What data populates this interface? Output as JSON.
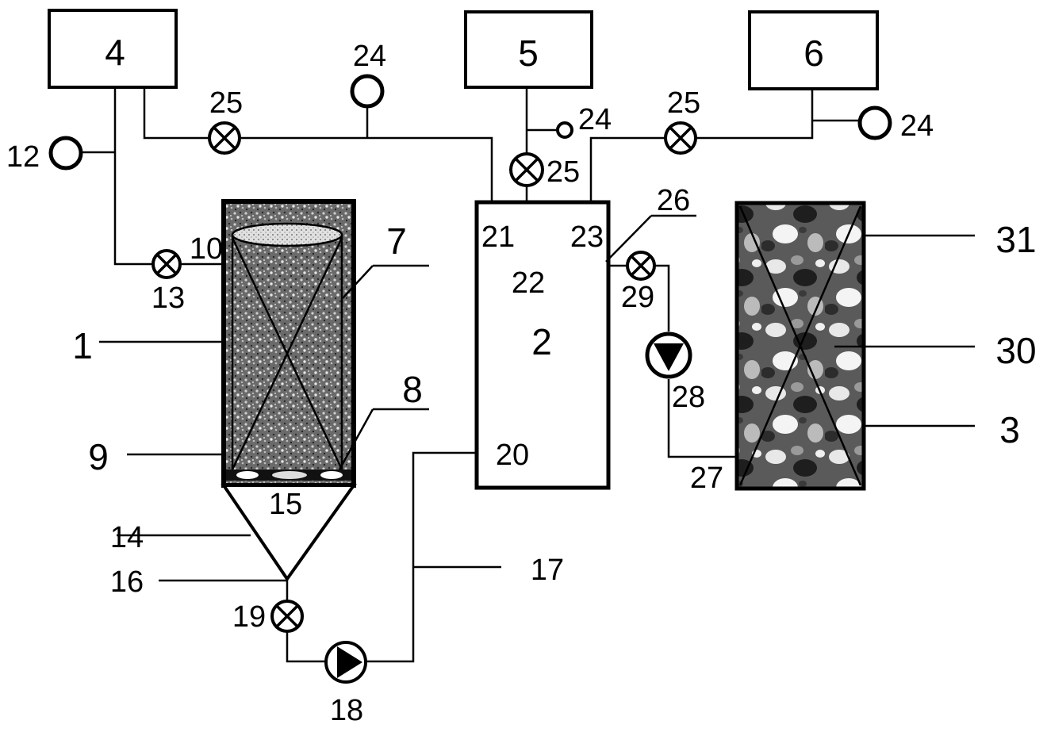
{
  "diagram": {
    "boxes": [
      "4",
      "5",
      "6"
    ],
    "vessels": [
      "1",
      "2",
      "3"
    ],
    "labels": {
      "l7": "7",
      "l8": "8",
      "l9": "9",
      "l10": "10",
      "l12": "12",
      "l13": "13",
      "l14": "14",
      "l15": "15",
      "l16": "16",
      "l17": "17",
      "l18": "18",
      "l19": "19",
      "l20": "20",
      "l21": "21",
      "l22": "22",
      "l23": "23",
      "l24a": "24",
      "l24b": "24",
      "l24c": "24",
      "l25a": "25",
      "l25b": "25",
      "l25c": "25",
      "l26": "26",
      "l27": "27",
      "l28": "28",
      "l29": "29",
      "l30": "30",
      "l31": "31"
    }
  }
}
